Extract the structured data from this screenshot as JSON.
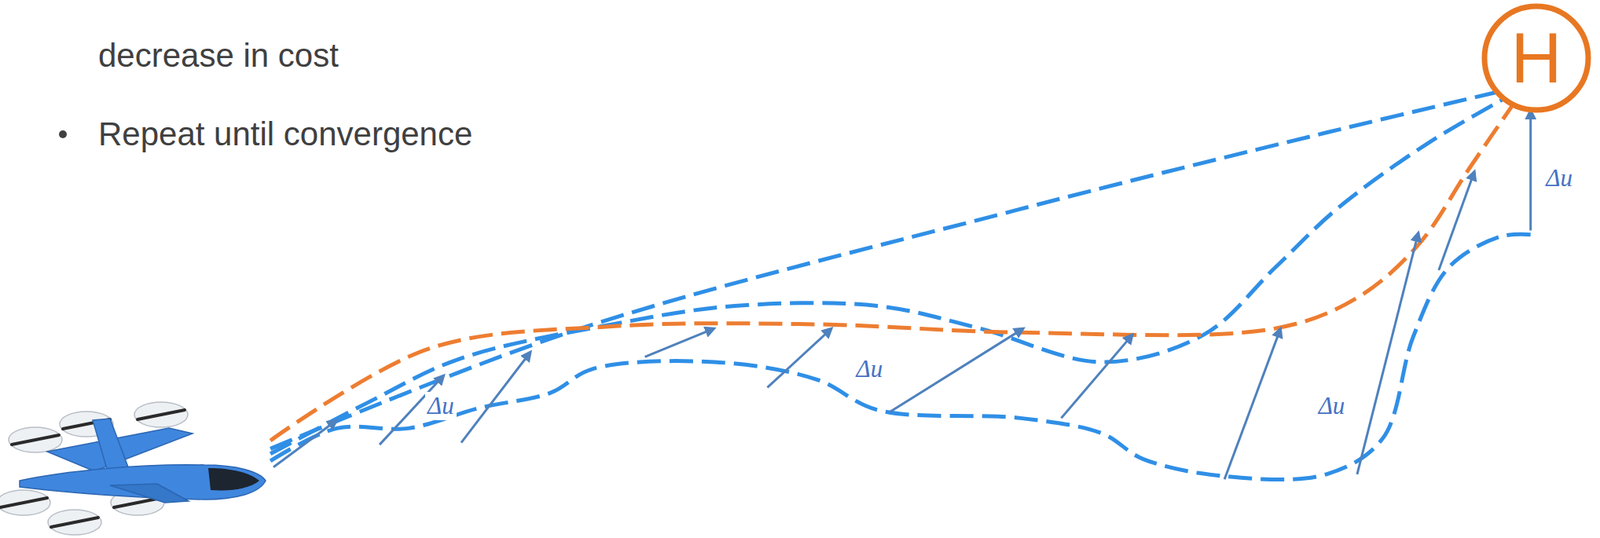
{
  "diagram": {
    "nodes": [
      {
        "text": [
          "H"
        ]
      }
    ],
    "labels": [
      "decrease in cost",
      "Repeat until convergence",
      "Δu",
      "Δu",
      "Δu",
      "Δu"
    ]
  }
}
